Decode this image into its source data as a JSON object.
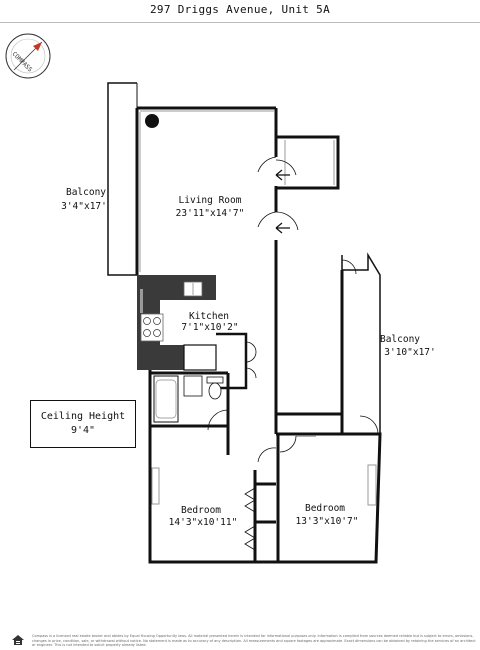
{
  "title": "297 Driggs Avenue, Unit 5A",
  "compass": {
    "label": "COMPASS"
  },
  "rooms": {
    "living_room": {
      "name": "Living Room",
      "dims": "23'11\"x14'7\""
    },
    "kitchen": {
      "name": "Kitchen",
      "dims": "7'1\"x10'2\""
    },
    "balcony_left": {
      "name": "Balcony",
      "dims": "3'4\"x17'"
    },
    "balcony_right": {
      "name": "Balcony",
      "dims": "3'10\"x17'"
    },
    "bedroom_left": {
      "name": "Bedroom",
      "dims": "14'3\"x10'11\""
    },
    "bedroom_right": {
      "name": "Bedroom",
      "dims": "13'3\"x10'7\""
    }
  },
  "ceiling": {
    "label": "Ceiling Height",
    "value": "9'4\""
  },
  "footer": {
    "text": "Compass is a licensed real estate broker and abides by Equal Housing Opportunity laws. All material presented herein is intended for informational purposes only. Information is compiled from sources deemed reliable but is subject to errors, omissions, changes in price, condition, sale, or withdrawal without notice. No statement is made as to accuracy of any description. All measurements and square footages are approximate. Exact dimensions can be obtained by retaining the services of an architect or engineer. This is not intended to solicit property already listed."
  },
  "colors": {
    "wall": "#111111",
    "counter": "#3a3a3a",
    "window": "#9a9a9a"
  }
}
